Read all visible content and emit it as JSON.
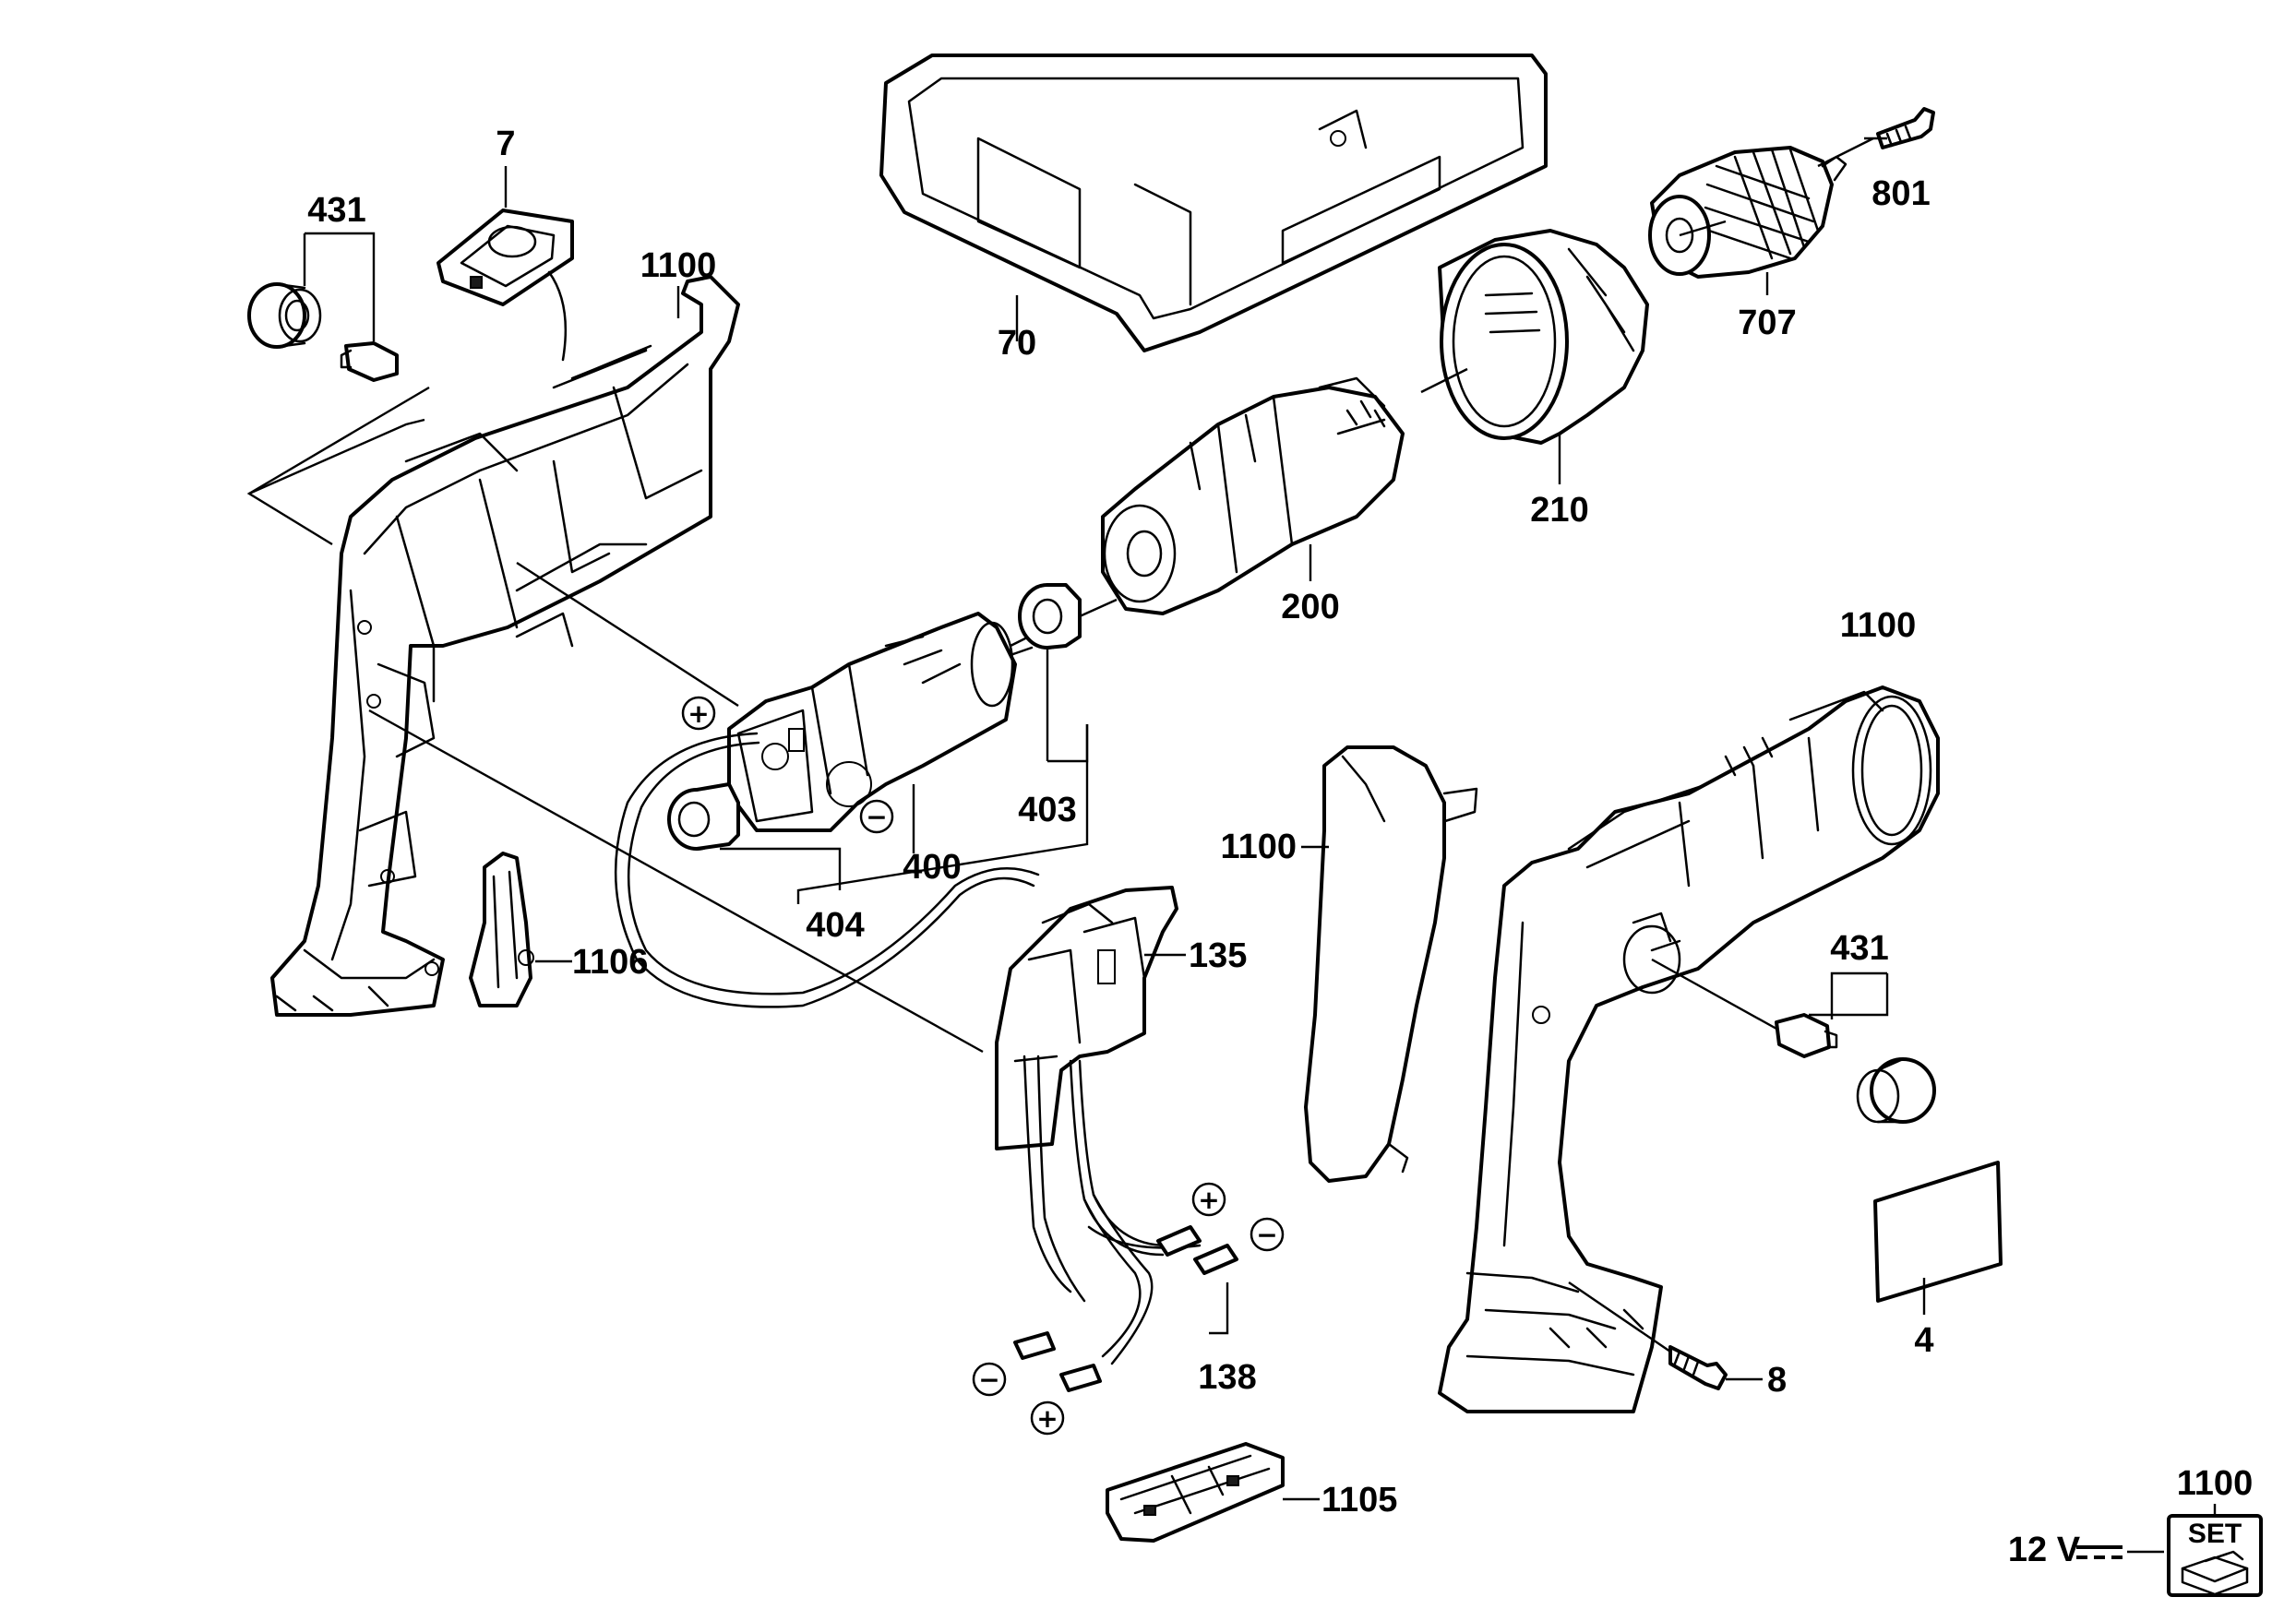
{
  "callouts": {
    "p7": "7",
    "p431_top": "431",
    "p1100_top": "1100",
    "p70": "70",
    "p801": "801",
    "p707": "707",
    "p210": "210",
    "p200": "200",
    "p403": "403",
    "p400": "400",
    "p404": "404",
    "p1106": "1106",
    "p135": "135",
    "p1100_grip": "1100",
    "p1100_right": "1100",
    "p431_right": "431",
    "p4": "4",
    "p8": "8",
    "p138": "138",
    "p1105": "1105",
    "p1100_set": "1100"
  },
  "polarity": {
    "plus": "+",
    "minus": "−"
  },
  "voltage_label": "12 V",
  "voltage_symbol": "⎓",
  "set_badge": "SET"
}
